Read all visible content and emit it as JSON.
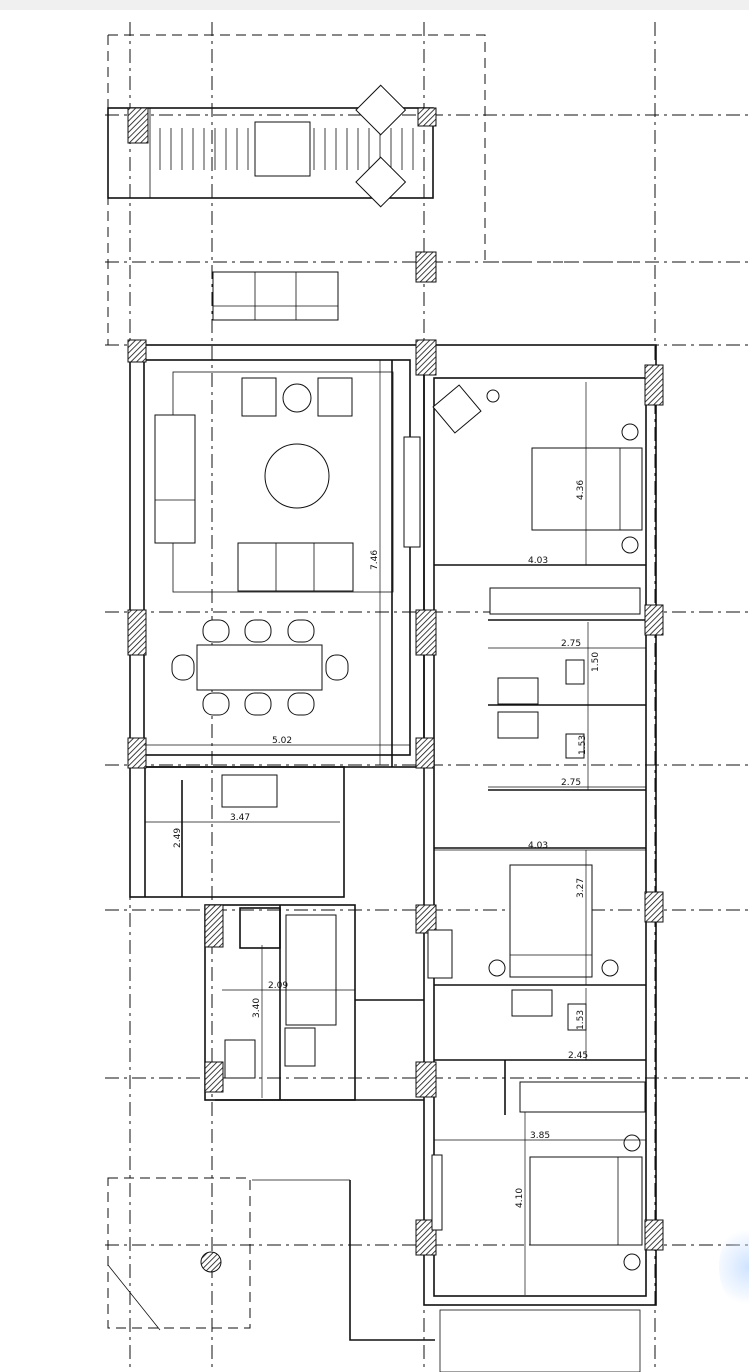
{
  "dimensions": {
    "master_bedroom_height": "4.36",
    "master_bedroom_width": "4.03",
    "bath_top_width": "2.75",
    "bath_top_height": "1.50",
    "bath_bottom_height": "1.53",
    "bath_bottom_width": "2.75",
    "living_height": "7.46",
    "living_width": "5.02",
    "kitchen_width": "3.47",
    "kitchen_height": "2.49",
    "bedroom2_width": "4.03",
    "bedroom2_height": "3.27",
    "service_width": "2.09",
    "service_height": "3.40",
    "bath3_height": "1.53",
    "bath3_width": "2.45",
    "bedroom3_width": "3.85",
    "bedroom3_height": "4.10"
  }
}
